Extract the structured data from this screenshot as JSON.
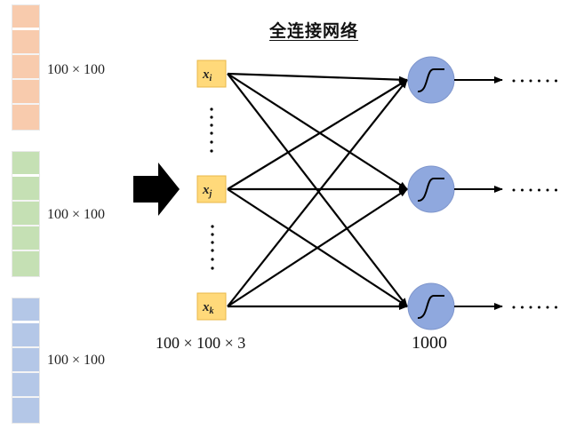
{
  "title": "全连接网络",
  "channels": [
    {
      "name": "red",
      "color": "#f8cbad",
      "label": "100 × 100",
      "cells": 5
    },
    {
      "name": "green",
      "color": "#c5e0b4",
      "label": "100 × 100",
      "cells": 5
    },
    {
      "name": "blue",
      "color": "#b4c7e7",
      "label": "100 × 100",
      "cells": 5
    }
  ],
  "inputs": [
    {
      "var": "x",
      "sub": "i"
    },
    {
      "var": "x",
      "sub": "j"
    },
    {
      "var": "x",
      "sub": "k"
    }
  ],
  "input_ellipsis": "⋮",
  "input_size_label": "100 × 100 × 3",
  "output_size_label": "1000",
  "neurons": [
    {
      "activation": "sigmoid",
      "trailing": "······"
    },
    {
      "activation": "sigmoid",
      "trailing": "······"
    },
    {
      "activation": "sigmoid",
      "trailing": "······"
    }
  ],
  "colors": {
    "input_box_fill": "#ffd97a",
    "input_box_stroke": "#e8b84a",
    "neuron_fill": "#8fa8de",
    "neuron_stroke": "#7f96cc",
    "edge": "#000000"
  }
}
